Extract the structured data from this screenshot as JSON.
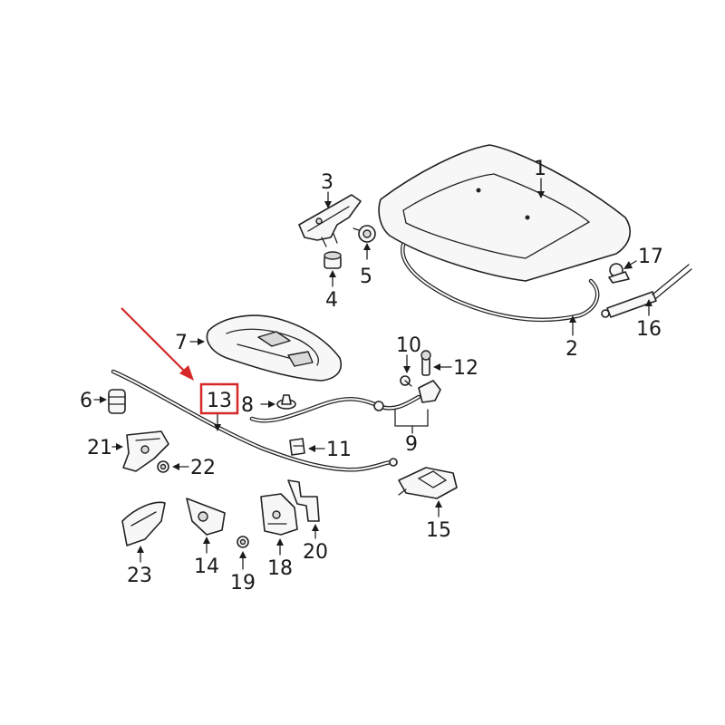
{
  "callouts": {
    "c1": "1",
    "c2": "2",
    "c3": "3",
    "c4": "4",
    "c5": "5",
    "c6": "6",
    "c7": "7",
    "c8": "8",
    "c9": "9",
    "c10": "10",
    "c11": "11",
    "c12": "12",
    "c13": "13",
    "c14": "14",
    "c15": "15",
    "c16": "16",
    "c17": "17",
    "c18": "18",
    "c19": "19",
    "c20": "20",
    "c21": "21",
    "c22": "22",
    "c23": "23"
  },
  "highlight": {
    "callout": "13",
    "color": "#d62828"
  },
  "colors": {
    "ink": "#1a1a1a",
    "part_fill": "#f7f7f7",
    "accent": "#d62828"
  }
}
